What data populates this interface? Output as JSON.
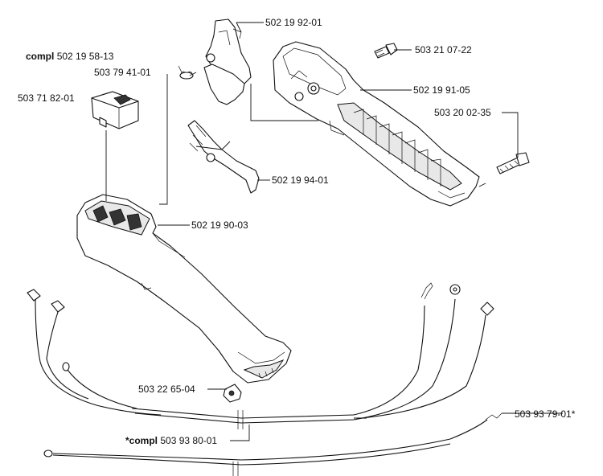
{
  "parts": [
    {
      "id": "p1",
      "prefix": "",
      "number": "502 19 92-01"
    },
    {
      "id": "p2",
      "prefix": "compl",
      "number": "502 19 58-13"
    },
    {
      "id": "p3",
      "prefix": "",
      "number": "503 79 41-01"
    },
    {
      "id": "p4",
      "prefix": "",
      "number": "503 21 07-22"
    },
    {
      "id": "p5",
      "prefix": "",
      "number": "503 71 82-01"
    },
    {
      "id": "p6",
      "prefix": "",
      "number": "502 19 91-05"
    },
    {
      "id": "p7",
      "prefix": "",
      "number": "503 20 02-35"
    },
    {
      "id": "p8",
      "prefix": "",
      "number": "502 19 94-01"
    },
    {
      "id": "p9",
      "prefix": "",
      "number": "502 19 90-03"
    },
    {
      "id": "p10",
      "prefix": "",
      "number": "503 22 65-04"
    },
    {
      "id": "p11",
      "prefix": "",
      "number": "503 93 79-01*"
    },
    {
      "id": "p12",
      "prefix": "*compl",
      "number": "503 93 80-01"
    }
  ]
}
